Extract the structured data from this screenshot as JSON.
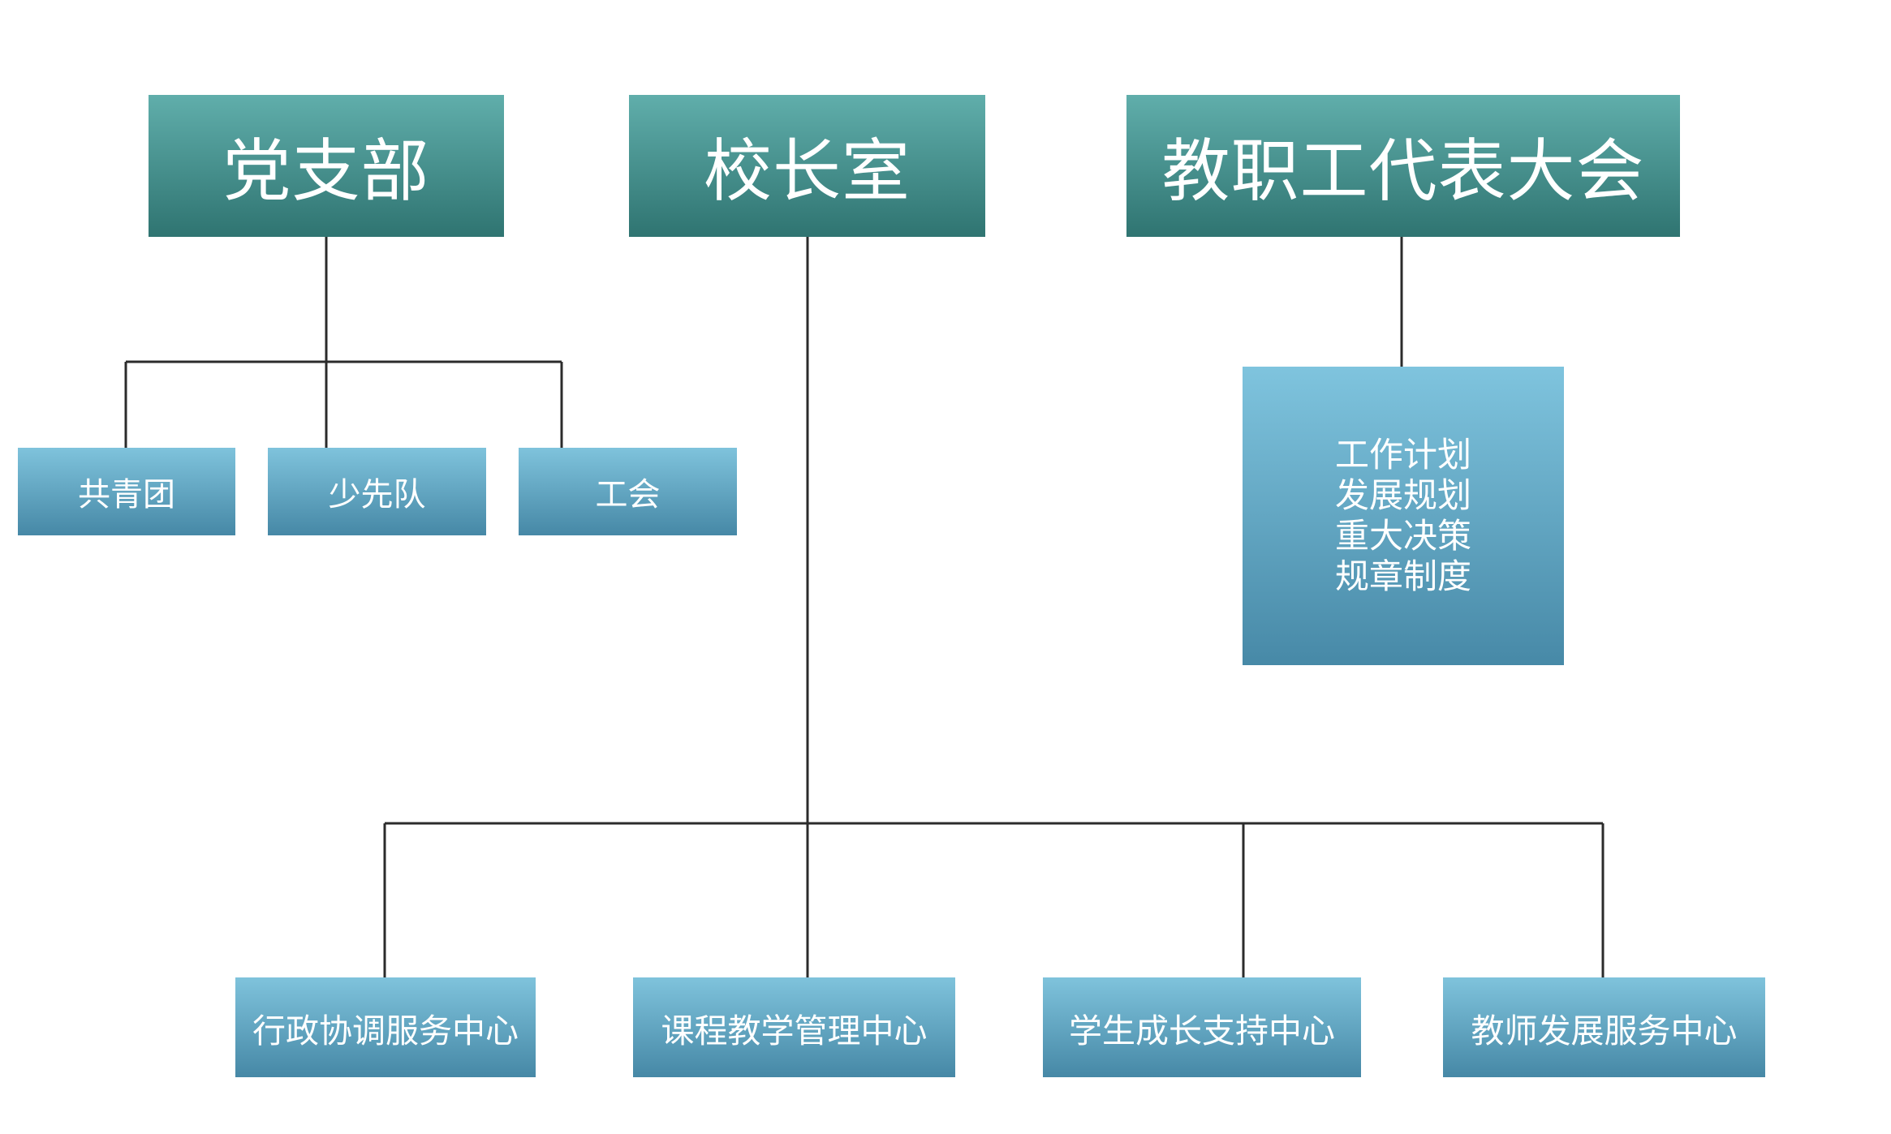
{
  "top_units": {
    "party": "党支部",
    "principal": "校长室",
    "congress": "教职工代表大会"
  },
  "party_children": [
    "共青团",
    "少先队",
    "工会"
  ],
  "congress_duties": [
    "工作计划",
    "发展规划",
    "重大决策",
    "规章制度"
  ],
  "centers": [
    "行政协调服务中心",
    "课程教学管理中心",
    "学生成长支持中心",
    "教师发展服务中心"
  ],
  "colors": {
    "top_box_gradient": [
      "#60aeab",
      "#2f7471"
    ],
    "sub_box_gradient": [
      "#7fc3dc",
      "#4688a6"
    ],
    "connector": "#2b2b2b",
    "text": "#ffffff"
  }
}
